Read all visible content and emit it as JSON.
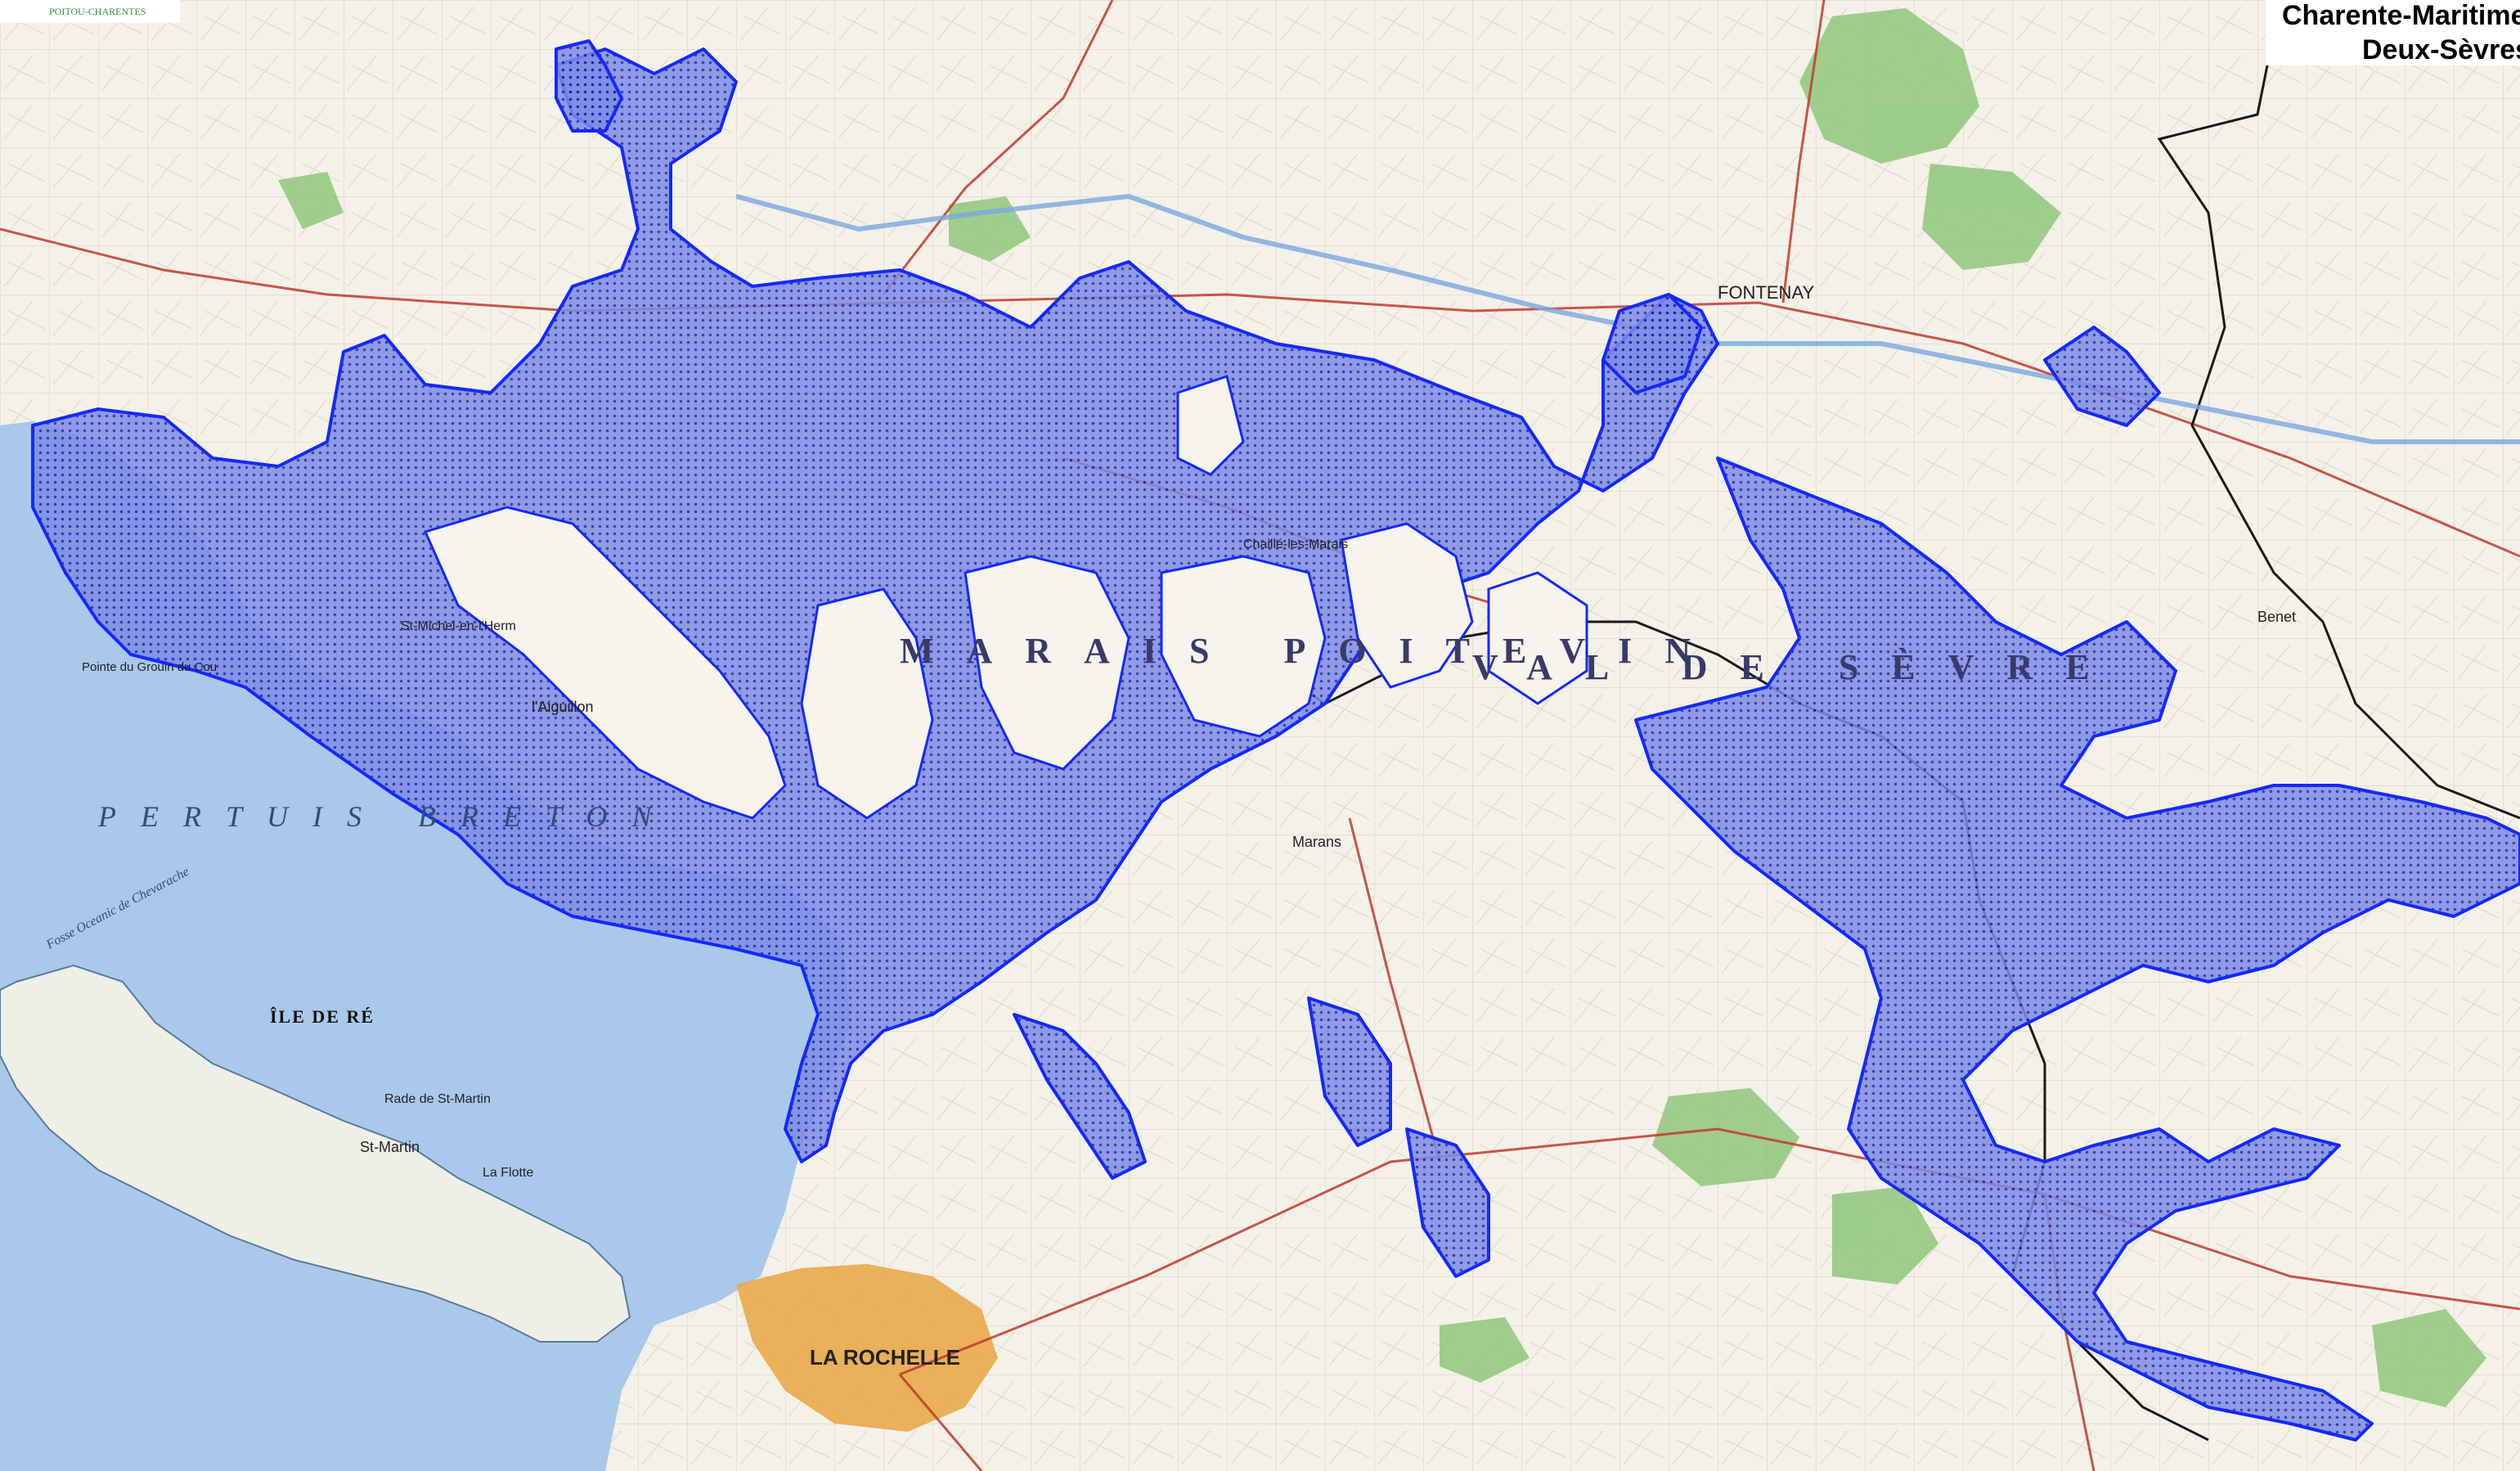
{
  "header": {
    "logo_text": "POITOU-CHARENTES",
    "departments": [
      "Charente-Maritime",
      "Deux-Sèvres"
    ]
  },
  "places": {
    "fontenay": "FONTENAY",
    "la_rochelle": "LA ROCHELLE",
    "ile_de_re": "ÎLE DE RÉ",
    "st_martin": "St-Martin",
    "aiguillon": "l'Aiguillon",
    "st_michel": "St-Michel-en-l'Herm",
    "chaille": "Chaillé-les-Marais",
    "benet": "Benet",
    "pointe_grouin": "Pointe du Grouin du Cou",
    "rade_st_martin": "Rade de St-Martin",
    "la_flotte": "La Flotte",
    "marans": "Marans"
  },
  "regions": {
    "marais": "MARAIS POITEVIN",
    "sevre": "VAL DE SÈVRE",
    "pertuis": "PERTUIS BRETON",
    "fosse": "Fosse Oceanic de Chevarache"
  },
  "colors": {
    "sea": "#a9c8ea",
    "land": "#f3f1e8",
    "flood_fill": "#6f7fe0",
    "flood_stroke": "#1428ff",
    "forest": "#8fc77a",
    "road": "#c0392b",
    "boundary": "#1a1a1a",
    "urban": "#e9a84a"
  }
}
